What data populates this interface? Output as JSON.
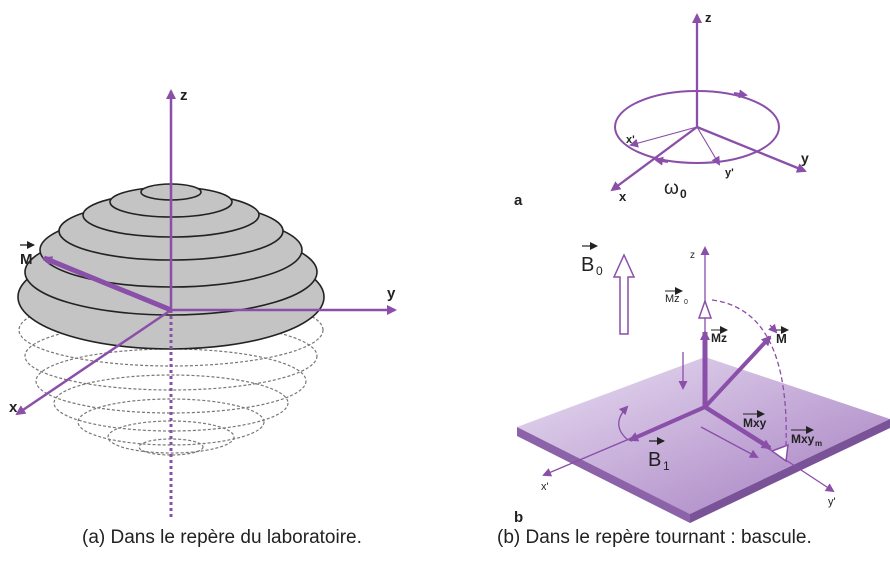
{
  "panel_a": {
    "axis_z": "z",
    "axis_y": "y",
    "axis_x": "x",
    "vector_m": "M",
    "caption": "(a) Dans le repère du laboratoire."
  },
  "panel_b": {
    "top_label": "a",
    "top_axis_z": "z",
    "top_axis_y": "y",
    "top_axis_x": "x",
    "top_axis_xp": "x'",
    "top_axis_yp": "y'",
    "omega_base": "ω",
    "omega_sub": "0",
    "bottom_label": "b",
    "b0_base": "B",
    "b0_sub": "0",
    "b1_base": "B",
    "b1_sub": "1",
    "axis_z": "z",
    "axis_xp": "x'",
    "axis_yp": "y'",
    "mz0_base": "Mz",
    "mz0_sub": "0",
    "mz": "Mz",
    "m": "M",
    "mxy": "Mxy",
    "mxym_base": "Mxy",
    "mxym_sub": "m",
    "caption": "(b) Dans le repère tournant : bascule."
  },
  "colors": {
    "accent": "#8a4fa8",
    "plate": "#b897cf",
    "sphere_fill": "#c4c4c4"
  }
}
